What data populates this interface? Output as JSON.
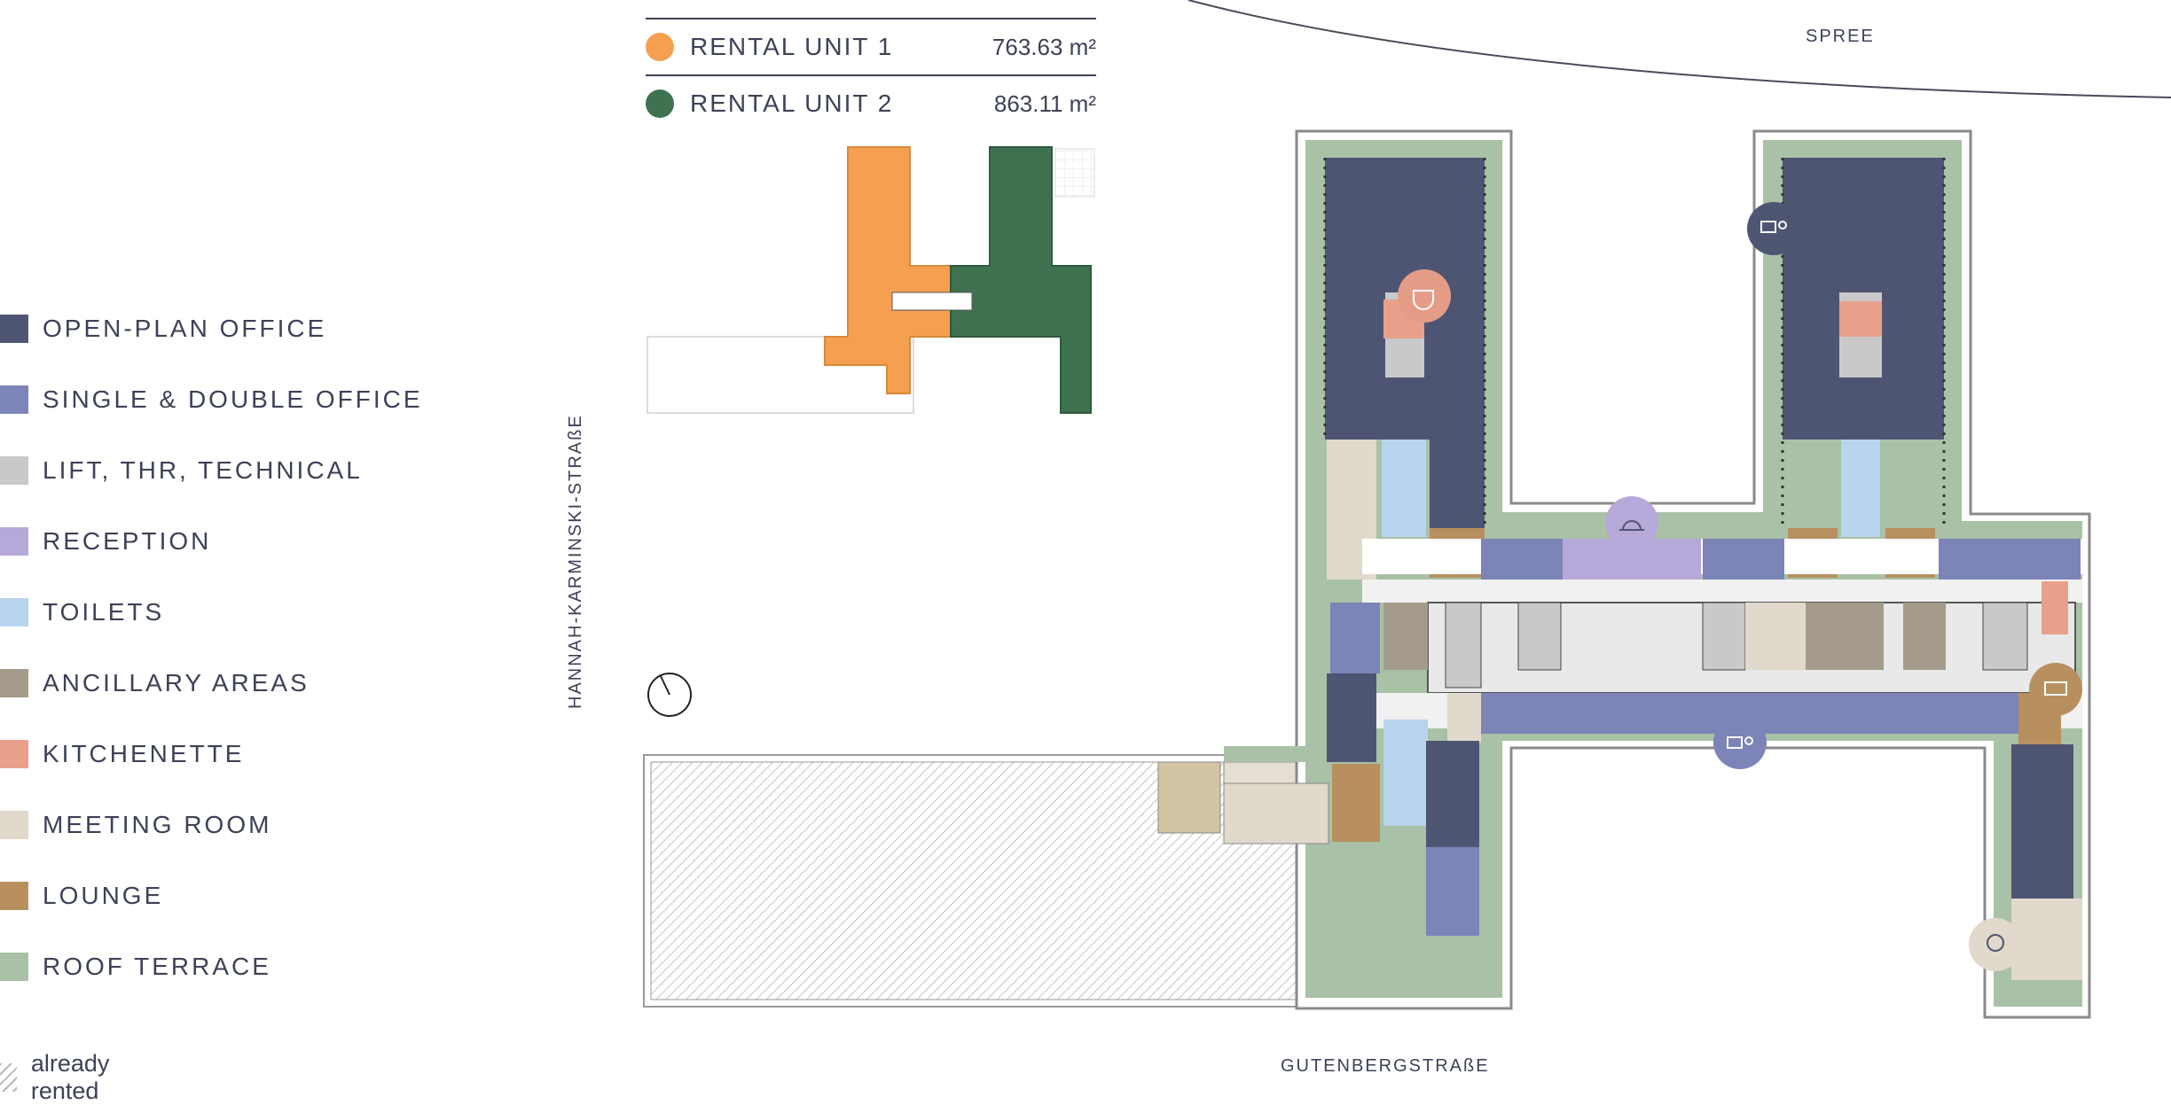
{
  "legend": {
    "items": [
      {
        "label": "OPEN-PLAN OFFICE",
        "color": "#4e5572"
      },
      {
        "label": "SINGLE & DOUBLE OFFICE",
        "color": "#7c84b8"
      },
      {
        "label": "LIFT, THR, TECHNICAL",
        "color": "#c9c9c9"
      },
      {
        "label": "RECEPTION",
        "color": "#b7a8da"
      },
      {
        "label": "TOILETS",
        "color": "#b8d4ee"
      },
      {
        "label": "ANCILLARY AREAS",
        "color": "#a59b8a"
      },
      {
        "label": "KITCHENETTE",
        "color": "#e8a08a"
      },
      {
        "label": "MEETING ROOM",
        "color": "#e1d9cc"
      },
      {
        "label": "LOUNGE",
        "color": "#b89060"
      },
      {
        "label": "ROOF TERRACE",
        "color": "#a9c1a6"
      }
    ],
    "rented_label": "already rented"
  },
  "units": [
    {
      "label": "RENTAL UNIT 1",
      "area": "763.63 m²",
      "color": "#f5a050"
    },
    {
      "label": "RENTAL UNIT 2",
      "area": "863.11 m²",
      "color": "#3f7250"
    }
  ],
  "streets": {
    "west": "HANNAH-KARMINSKI-STRAßE",
    "south": "GUTENBERGSTRAßE",
    "river": "SPREE"
  },
  "icons": {
    "compass": "compass-icon",
    "kitchenette": "coffee-cup-icon",
    "reception": "reception-bell-icon",
    "open_office": "workspace-icon",
    "lounge": "armchair-icon",
    "meeting": "chat-bubbles-icon"
  }
}
